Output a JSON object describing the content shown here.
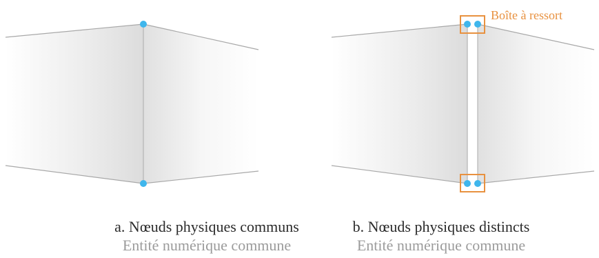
{
  "callout": {
    "label": "Boîte à ressort"
  },
  "panels": [
    {
      "caption": "a. Nœuds physiques communs",
      "subcaption": "Entité numérique commune"
    },
    {
      "caption": "b. Nœuds physiques distincts",
      "subcaption": "Entité numérique commune"
    }
  ],
  "colors": {
    "node": "#3fb6ec",
    "callout": "#e8913f",
    "edge": "#a8a8a8",
    "caption": "#2b2b2b",
    "subcaption": "#9b9b9b"
  }
}
